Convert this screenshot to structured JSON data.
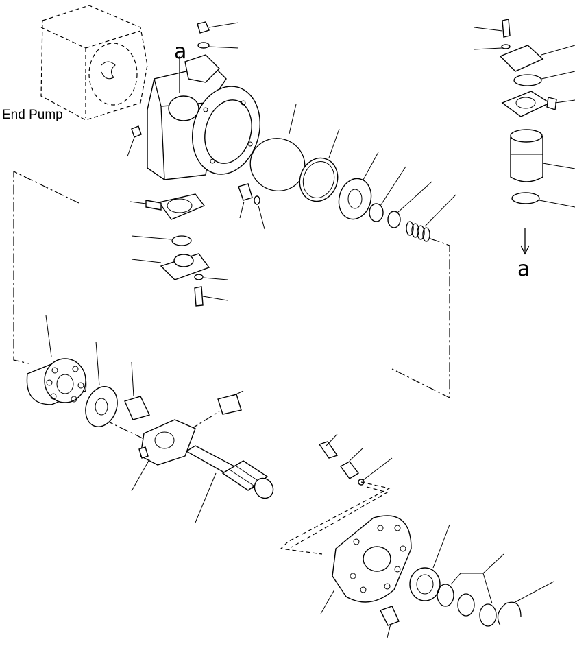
{
  "labels": {
    "end_pump": "End Pump",
    "detail_ref_top": "a",
    "detail_ref_right": "a"
  },
  "colors": {
    "line": "#000000",
    "background": "#ffffff"
  }
}
